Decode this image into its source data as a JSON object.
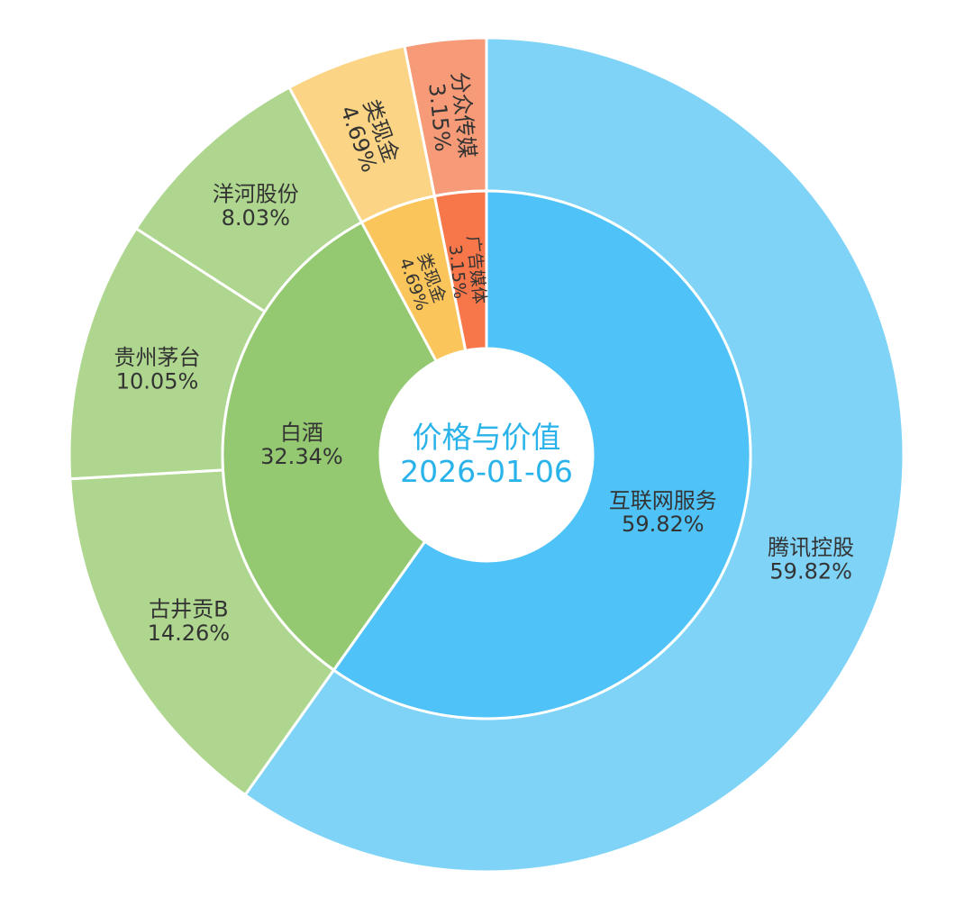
{
  "chart_data": {
    "type": "sunburst",
    "title": "价格与价值",
    "subtitle": "2026-01-06",
    "start": "top",
    "direction": "clockwise",
    "inner": [
      {
        "name": "互联网服务",
        "value": 59.82,
        "label": "59.82%",
        "color": "#4fc3f7"
      },
      {
        "name": "白酒",
        "value": 32.34,
        "label": "32.34%",
        "color": "#94c972"
      },
      {
        "name": "类现金",
        "value": 4.69,
        "label": "4.69%",
        "color": "#fac55b"
      },
      {
        "name": "广告媒体",
        "value": 3.15,
        "label": "3.15%",
        "color": "#f7774a"
      }
    ],
    "outer": [
      {
        "name": "腾讯控股",
        "parent": "互联网服务",
        "value": 59.82,
        "label": "59.82%",
        "color": "#7ed3f7"
      },
      {
        "name": "古井贡B",
        "parent": "白酒",
        "value": 14.26,
        "label": "14.26%",
        "color": "#aed68e"
      },
      {
        "name": "贵州茅台",
        "parent": "白酒",
        "value": 10.05,
        "label": "10.05%",
        "color": "#aed68e"
      },
      {
        "name": "洋河股份",
        "parent": "白酒",
        "value": 8.03,
        "label": "8.03%",
        "color": "#aed68e"
      },
      {
        "name": "类现金",
        "parent": "类现金",
        "value": 4.69,
        "label": "4.69%",
        "color": "#fbd585"
      },
      {
        "name": "分众传媒",
        "parent": "广告媒体",
        "value": 3.15,
        "label": "3.15%",
        "color": "#f79a78"
      }
    ],
    "title_color": "#29b3ea"
  }
}
